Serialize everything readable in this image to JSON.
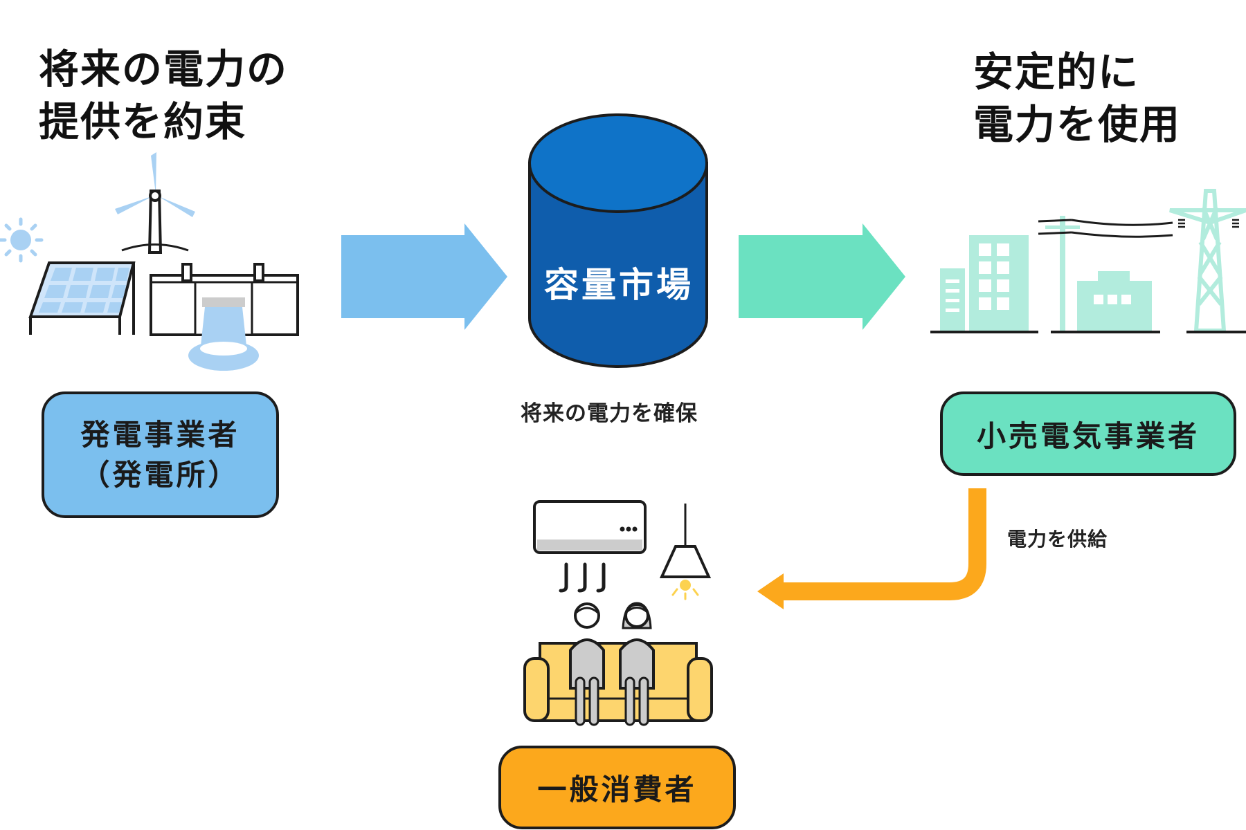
{
  "headings": {
    "left": [
      "将来の電力の",
      "提供を約束"
    ],
    "right": [
      "安定的に",
      "電力を使用"
    ]
  },
  "market": {
    "label": "容量市場",
    "caption": "将来の電力を確保"
  },
  "actors": {
    "generator": [
      "発電事業者",
      "（発電所）"
    ],
    "retailer": "小売電気事業者",
    "consumer": "一般消費者"
  },
  "supply_caption": "電力を供給",
  "colors": {
    "generator": "#7bbfee",
    "market": "#0f5dac",
    "retailer": "#6be1c1",
    "consumer": "#fca81c",
    "sofa": "#fdd56e",
    "buildings": "#b2ecdd"
  }
}
